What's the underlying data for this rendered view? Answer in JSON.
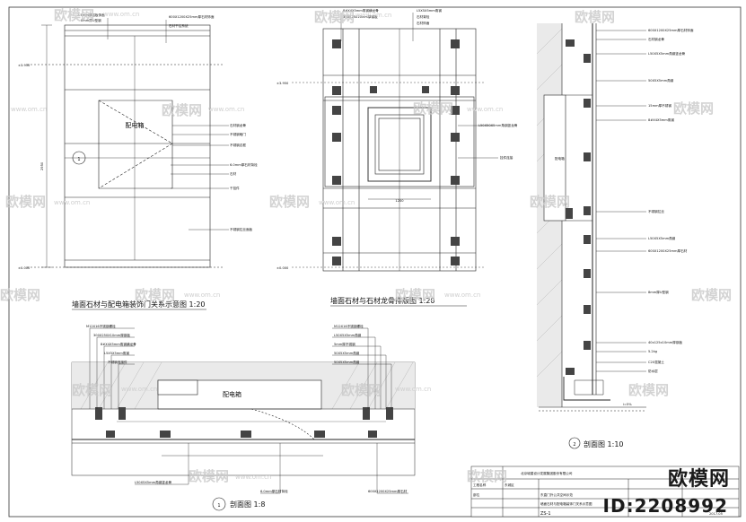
{
  "drawing": {
    "title_elev": "墙面石材与配电箱装饰门关系示意图  1:20",
    "title_frame": "墙面石材与石材龙骨排版图  1:20",
    "title_section1": "剖面图  1:8",
    "title_section2": "剖面图  1:10",
    "marker1": "1",
    "marker2": "2",
    "box_label_elev": "配电箱",
    "box_label_section": "配电箱",
    "box_label_vertical": "配电箱",
    "dim_height": "2950",
    "dim_width": "1200",
    "slope": "i=5%"
  },
  "notes_elev_top": [
    "2.5mm厚铝板饰面",
    "8mm厚U型钢"
  ],
  "notes_elev_top2": [
    "600X1200X25mm厚石材饰面",
    "石材干挂系统"
  ],
  "notes_elev_right": [
    "石材钢龙骨",
    "不锈钢暗门",
    "不锈钢边框",
    "6.0mm厚石材背栓",
    "石材",
    "干挂件",
    "不锈钢拉丝面板"
  ],
  "notes_frame_top": [
    "8#X4X5mm角钢横龙骨",
    "300X25X10mm厚钢板",
    "L5X5X5mm角钢",
    "石材背栓",
    "石材饰面"
  ],
  "notes_frame_right": [
    "L50X50X5mm角钢竖龙骨"
  ],
  "notes_frame_right2": [
    "挂件连接"
  ],
  "notes_sec1_left": [
    "M12X16不锈钢螺栓",
    "300X250X10mm厚钢板",
    "8#X4X5mm角钢横龙骨",
    "L5X5X5mm角钢",
    "不锈钢连接件"
  ],
  "notes_sec1_right": [
    "M12X16不锈钢螺栓",
    "L50X5X5mm角钢",
    "5mm厚不锈钢",
    "50X5X5mm角钢",
    "50X5X5mm角钢"
  ],
  "notes_sec1_bottom": [
    "L50X5X5mm角钢竖龙骨",
    "6.0mm厚石材背栓",
    "600X1200X25mm厚石材"
  ],
  "notes_sec2_right": [
    "600X1200X25mm厚石材饰面",
    "石材钢龙骨",
    "L50X5X5mm角钢竖龙骨",
    "50X5X5mm角钢",
    "15mm厚不锈钢",
    "8#X4X5mm角钢",
    "不锈钢拉丝",
    "L50X5X5mm角钢",
    "600X1200X25mm厚石材",
    "8mm厚U型钢",
    "40x125x10mm厚钢板",
    "5.2kg",
    "C20混凝土",
    "防水层"
  ],
  "levels": [
    "±0.000",
    "±3.950",
    "±0.000"
  ],
  "title_block": {
    "company": "北京城建设计发展集团股份有限公司",
    "rows": [
      "工程名称",
      "东城区",
      "部位",
      "东直门外公共空间示范",
      "墙面石材与配电箱装饰门关系示意图"
    ],
    "drawing_no": "ZS-1",
    "date": "2017.05"
  },
  "watermark": {
    "brand": "欧模网",
    "url": "www.om.cn",
    "id_label": "ID:2208992"
  }
}
